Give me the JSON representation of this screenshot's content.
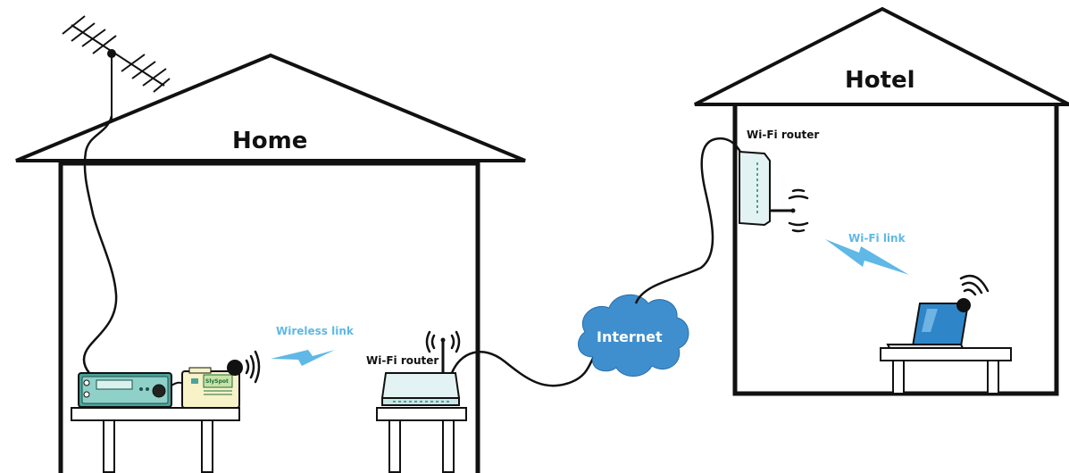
{
  "home": {
    "title": "Home"
  },
  "hotel": {
    "title": "Hotel"
  },
  "labels": {
    "wireless_link": "Wireless link",
    "home_router": "Wi-Fi router",
    "internet": "Internet",
    "hotel_router": "Wi-Fi router",
    "wifi_link": "Wi-Fi link"
  },
  "device_logo": "SlySpot",
  "colors": {
    "outline": "#111111",
    "cloud": "#3f8fcf",
    "wireless_bolt": "#5fb8e6",
    "router_body": "#e3f2f2",
    "receiver_body": "#4ba39a",
    "laptop_screen": "#2e86c9"
  },
  "icons": [
    "antenna-icon",
    "receiver-icon",
    "slyspot-device-icon",
    "wifi-router-icon",
    "cloud-icon",
    "laptop-icon",
    "wifi-signal-icon",
    "lightning-bolt-icon"
  ]
}
